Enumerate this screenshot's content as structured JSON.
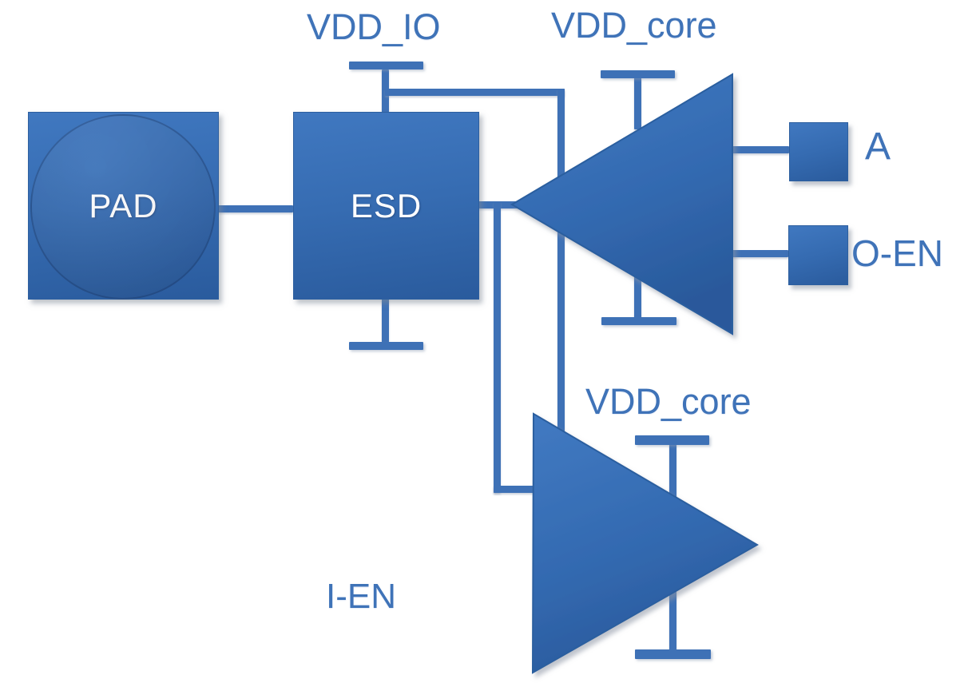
{
  "palette": {
    "background": "#ffffff",
    "label_text": "#3f73b8",
    "block_text": "#ffffff",
    "shape_fill_light": "#4078c0",
    "shape_fill_dark": "#29599b",
    "wire": "#3e71b6"
  },
  "blocks": {
    "pad": {
      "label": "PAD"
    },
    "esd": {
      "label": "ESD"
    }
  },
  "supplies": {
    "vdd_io": {
      "label": "VDD_IO"
    },
    "vdd_core_output_buffer": {
      "label": "VDD_core"
    },
    "vdd_core_input_buffer": {
      "label": "VDD_core"
    }
  },
  "ports": {
    "a": {
      "label": "A"
    },
    "o_en": {
      "label": "O-EN"
    },
    "i_en": {
      "label": "I-EN"
    }
  }
}
